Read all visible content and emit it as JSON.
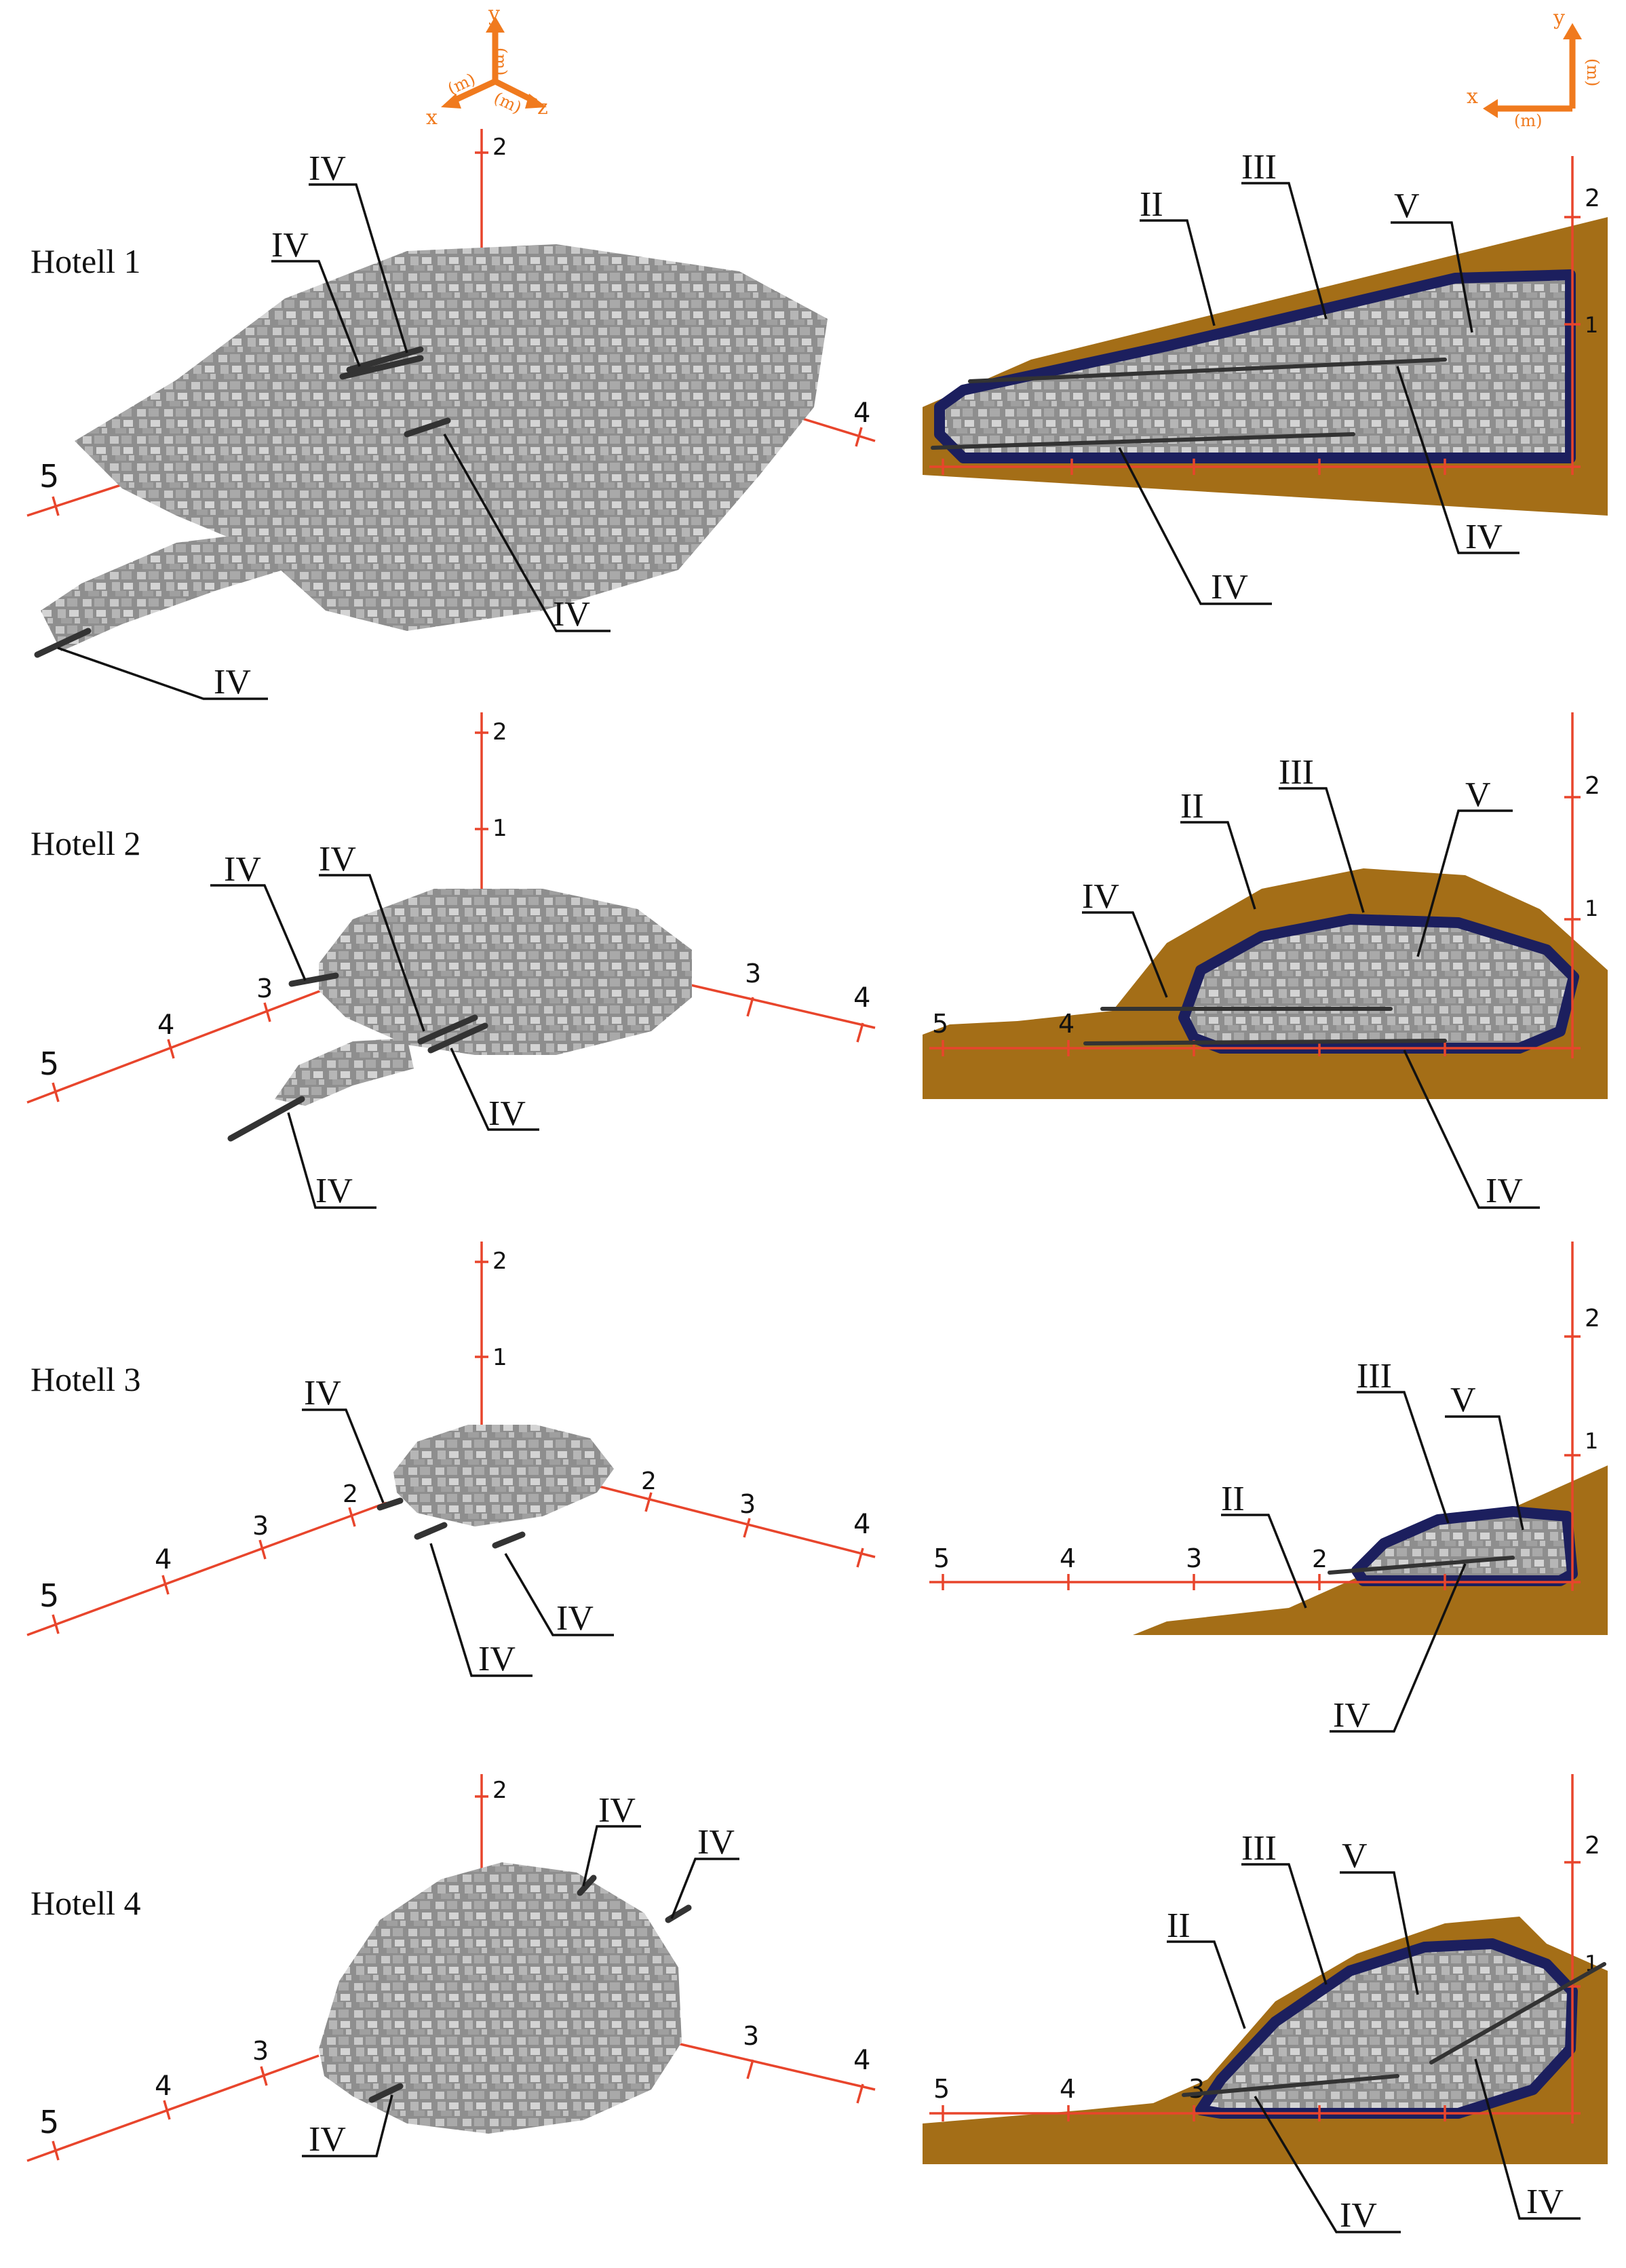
{
  "hotels": [
    {
      "label": "Hotell 1"
    },
    {
      "label": "Hotell 2"
    },
    {
      "label": "Hotell 3"
    },
    {
      "label": "Hotell 4"
    }
  ],
  "orientation": {
    "perspective": {
      "x": "x",
      "y": "y",
      "z": "z",
      "unit": "(m)"
    },
    "side": {
      "x": "x",
      "y": "y",
      "unit": "(m)"
    }
  },
  "components": {
    "II": "II",
    "III": "III",
    "IV": "IV",
    "V": "V"
  },
  "ticks": {
    "t1": "1",
    "t2": "2",
    "t3": "3",
    "t4": "4",
    "t5": "5"
  },
  "colors": {
    "axis": "#e8452c",
    "orientation": "#f07a1e",
    "soil": "#a46e17",
    "liner": "#1c1f5e",
    "rock": "#9a9a9a",
    "pipe": "#333333"
  }
}
